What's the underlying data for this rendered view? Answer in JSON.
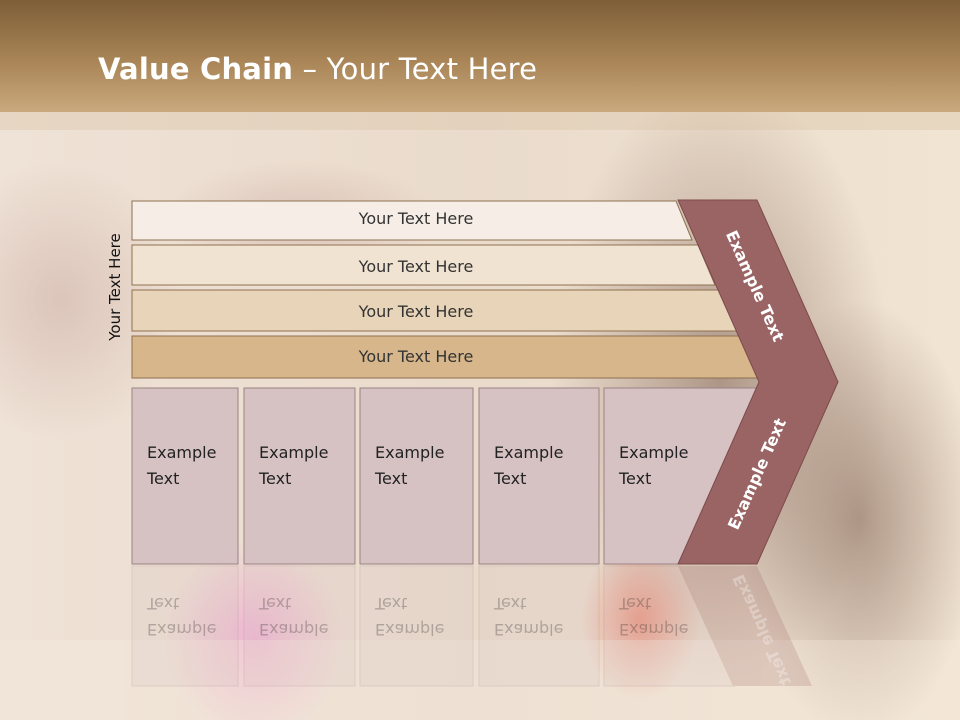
{
  "slide": {
    "title_bold": "Value Chain",
    "title_rest": " – Your Text Here",
    "vertical_label": "Your Text Here"
  },
  "rows": [
    {
      "label": "Your Text Here"
    },
    {
      "label": "Your Text Here"
    },
    {
      "label": "Your Text Here"
    },
    {
      "label": "Your Text Here"
    }
  ],
  "columns": [
    {
      "line1": "Example",
      "line2": "Text"
    },
    {
      "line1": "Example",
      "line2": "Text"
    },
    {
      "line1": "Example",
      "line2": "Text"
    },
    {
      "line1": "Example",
      "line2": "Text"
    },
    {
      "line1": "Example",
      "line2": "Text"
    }
  ],
  "chevron": {
    "upper_text": "Example Text",
    "lower_text": "Example Text",
    "color": "#9a6464"
  }
}
